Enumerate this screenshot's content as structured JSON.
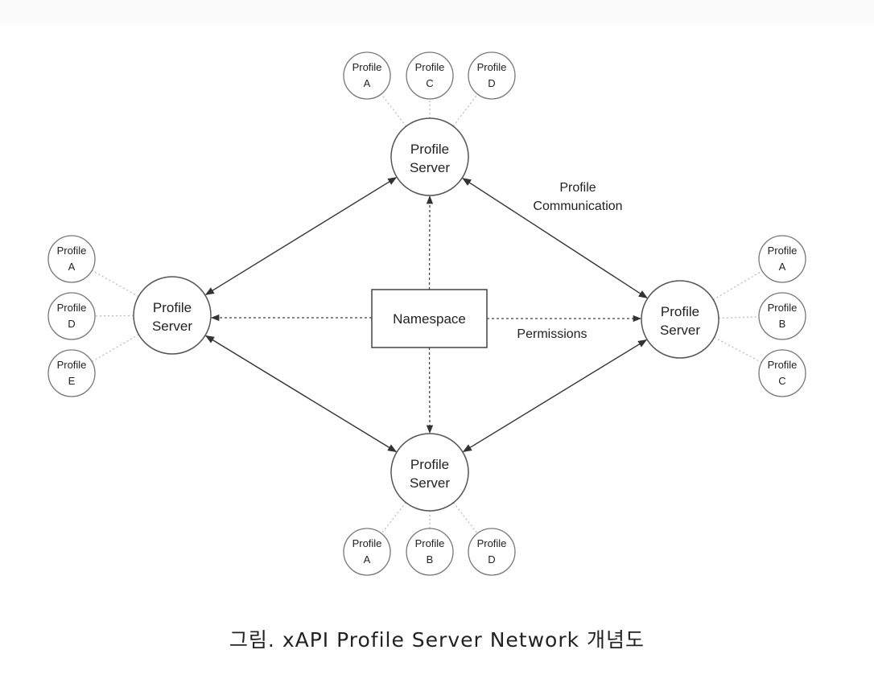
{
  "diagram": {
    "namespace": "Namespace",
    "edge_labels": {
      "communication_line1": "Profile",
      "communication_line2": "Communication",
      "permissions": "Permissions"
    },
    "servers": [
      {
        "id": "top",
        "line1": "Profile",
        "line2": "Server",
        "profiles": [
          {
            "line1": "Profile",
            "line2": "A"
          },
          {
            "line1": "Profile",
            "line2": "C"
          },
          {
            "line1": "Profile",
            "line2": "D"
          }
        ]
      },
      {
        "id": "left",
        "line1": "Profile",
        "line2": "Server",
        "profiles": [
          {
            "line1": "Profile",
            "line2": "A"
          },
          {
            "line1": "Profile",
            "line2": "D"
          },
          {
            "line1": "Profile",
            "line2": "E"
          }
        ]
      },
      {
        "id": "right",
        "line1": "Profile",
        "line2": "Server",
        "profiles": [
          {
            "line1": "Profile",
            "line2": "A"
          },
          {
            "line1": "Profile",
            "line2": "B"
          },
          {
            "line1": "Profile",
            "line2": "C"
          }
        ]
      },
      {
        "id": "bottom",
        "line1": "Profile",
        "line2": "Server",
        "profiles": [
          {
            "line1": "Profile",
            "line2": "A"
          },
          {
            "line1": "Profile",
            "line2": "B"
          },
          {
            "line1": "Profile",
            "line2": "D"
          }
        ]
      }
    ]
  },
  "caption": "그림. xAPI Profile Server Network 개념도"
}
